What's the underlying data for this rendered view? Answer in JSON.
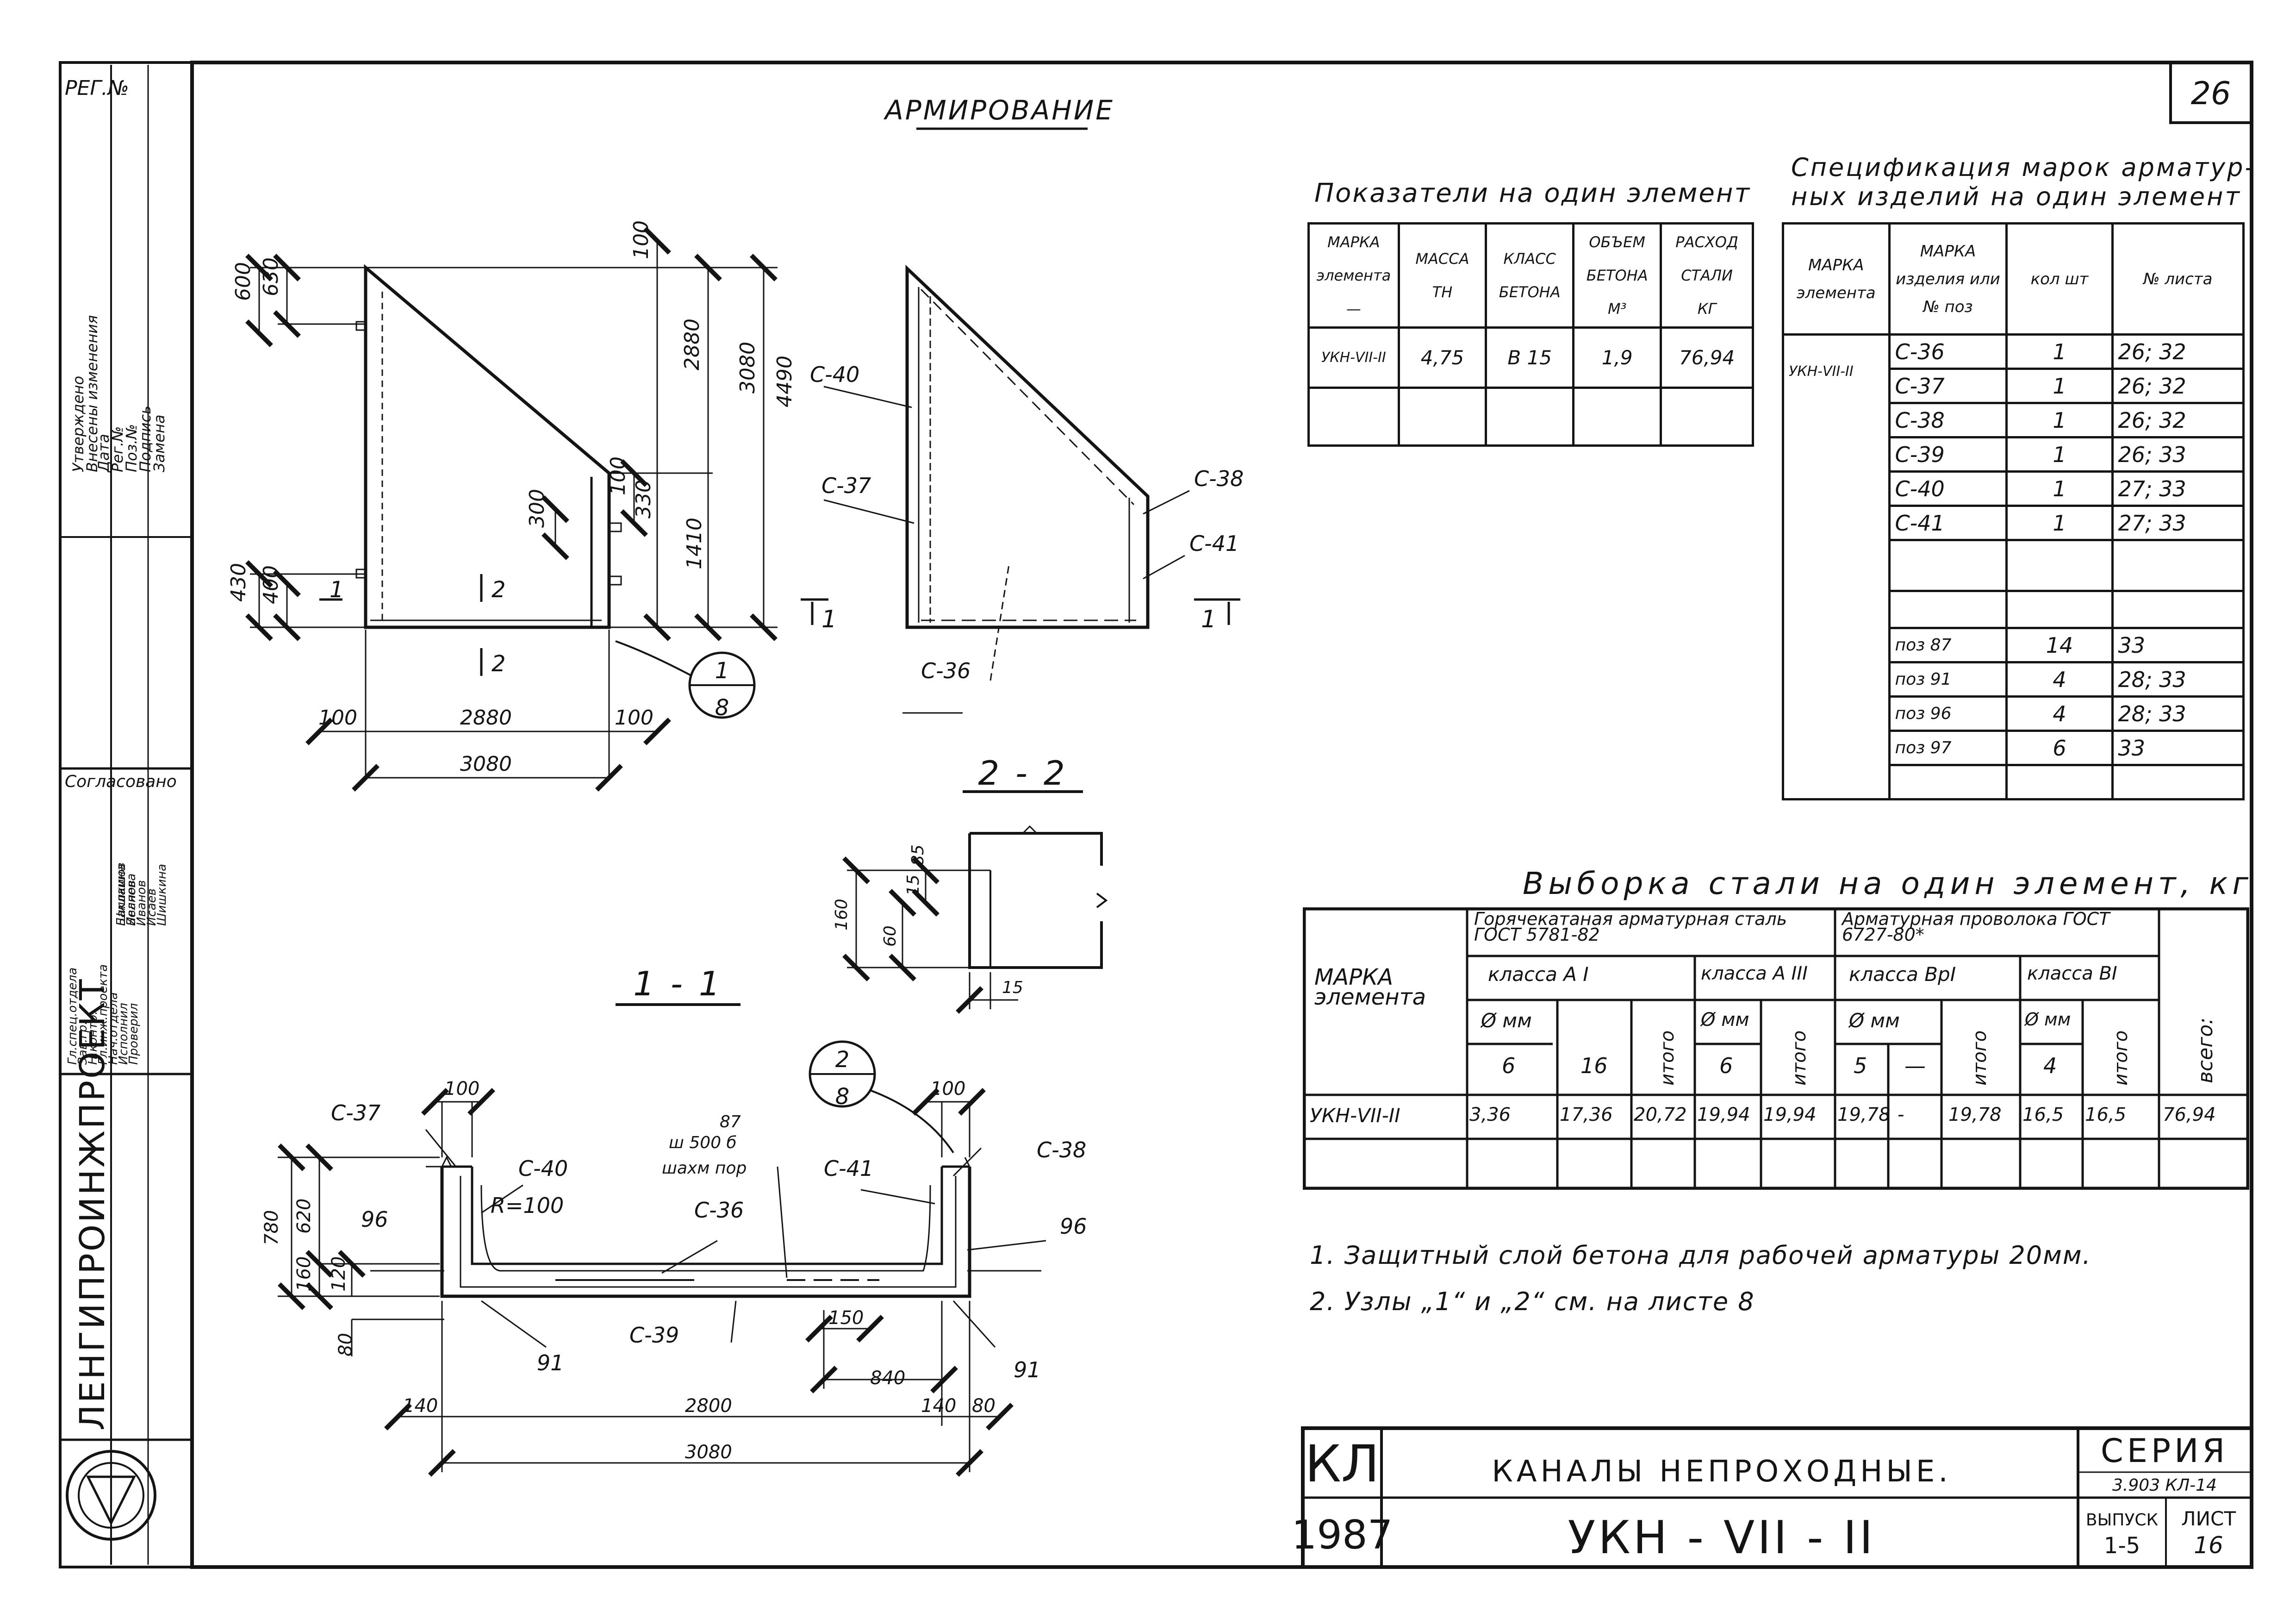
{
  "sheet_number": "26",
  "main_title": "АРМИРОВАНИЕ",
  "stamp": {
    "reg": "РЕГ.№",
    "change_cols": [
      "Утверждено",
      "Внесены изменения",
      "Дата",
      "Рег.№",
      "Поз.№",
      "Подпись",
      "Замена"
    ],
    "agreed": "Согласовано",
    "roles": [
      "Гл.спец.отдела",
      "Зав.гр.",
      "Н.контр.",
      "Гл.инж.проекта",
      "Нач.отдела",
      "Исполнил",
      "Проверил"
    ],
    "names": [
      "Баклашов",
      "Иванов",
      "Иванов",
      "Исаев",
      "Шишкина",
      "Шишкина",
      "Беляева"
    ],
    "org": "ЛЕНГИПРОИНЖПРОЕКТ"
  },
  "view_elevation": {
    "dims": [
      "600",
      "630",
      "100",
      "2880",
      "3080",
      "4490",
      "300",
      "100",
      "330",
      "1410",
      "430",
      "400",
      "2880",
      "100",
      "100",
      "3080"
    ],
    "cut_marks": [
      "1",
      "1",
      "2",
      "2"
    ],
    "node": {
      "num": "1",
      "sheet": "8"
    }
  },
  "view_side": {
    "labels": [
      "С-40",
      "С-37",
      "С-38",
      "С-41",
      "С-36"
    ],
    "cut_marks": [
      "1",
      "1"
    ]
  },
  "section_22": {
    "title": "2 - 2",
    "dims": [
      "160",
      "60",
      "15",
      "85",
      "15"
    ]
  },
  "section_11": {
    "title": "1 - 1",
    "labels": [
      "С-37",
      "С-40",
      "87",
      "ш 500 б",
      "шахм пор",
      "С-41",
      "С-38",
      "R=100",
      "С-36",
      "96",
      "96",
      "С-39",
      "91",
      "91"
    ],
    "dims": [
      "100",
      "100",
      "780",
      "620",
      "160",
      "120",
      "80",
      "150",
      "840",
      "140",
      "2800",
      "140",
      "80",
      "3080"
    ],
    "node": {
      "num": "2",
      "sheet": "8"
    }
  },
  "indicators": {
    "title": "Показатели на один элемент",
    "headers": [
      [
        "МАРКА",
        "элемента",
        "—"
      ],
      [
        "МАССА",
        "ТН",
        ""
      ],
      [
        "КЛАСС",
        "БЕТОНА",
        ""
      ],
      [
        "ОБЪЕМ",
        "БЕТОНА",
        "М³"
      ],
      [
        "РАСХОД",
        "СТАЛИ",
        "КГ"
      ]
    ],
    "rows": [
      [
        "УКН-VII-II",
        "4,75",
        "В 15",
        "1,9",
        "76,94"
      ]
    ]
  },
  "spec": {
    "title_line1": "Спецификация марок арматур-",
    "title_line2": "ных изделий на один элемент",
    "headers": [
      "МАРКА элемента",
      "МАРКА изделия или № поз",
      "кол шт",
      "№ листа"
    ],
    "element": "УКН-VII-II",
    "rows": [
      [
        "С-36",
        "1",
        "26; 32"
      ],
      [
        "С-37",
        "1",
        "26; 32"
      ],
      [
        "С-38",
        "1",
        "26; 32"
      ],
      [
        "С-39",
        "1",
        "26; 33"
      ],
      [
        "С-40",
        "1",
        "27; 33"
      ],
      [
        "С-41",
        "1",
        "27; 33"
      ],
      [
        "",
        "",
        ""
      ],
      [
        "",
        "",
        ""
      ],
      [
        "поз 87",
        "14",
        "33"
      ],
      [
        "поз 91",
        "4",
        "28; 33"
      ],
      [
        "поз 96",
        "4",
        "28; 33"
      ],
      [
        "поз 97",
        "6",
        "33"
      ],
      [
        "",
        "",
        ""
      ]
    ]
  },
  "steel": {
    "title": "Выборка стали на один элемент, кг",
    "h_mark": "МАРКА элемента",
    "h_hot": "Горячекатаная арматурная сталь ГОСТ 5781-82",
    "h_wire": "Арматурная проволока ГОСТ 6727-80*",
    "h_total": "всего:",
    "h_ai": "класса А I",
    "h_aiii": "класса А III",
    "h_bpi": "класса ВрI",
    "h_bi": "класса BI",
    "h_diam": "Ø мм",
    "h_itogo": "итого",
    "d_ai": [
      "6",
      "16"
    ],
    "d_aiii": "6",
    "d_bpi": [
      "5",
      "—"
    ],
    "d_bi": "4",
    "row": [
      "УКН-VII-II",
      "3,36",
      "17,36",
      "20,72",
      "19,94",
      "19,94",
      "19,78",
      "-",
      "19,78",
      "16,5",
      "16,5",
      "76,94"
    ]
  },
  "notes": [
    "1. Защитный слой бетона для рабочей арматуры 20мм.",
    "2. Узлы „1“ и „2“ см. на листе 8"
  ],
  "title_block": {
    "kl": "КЛ",
    "year": "1987",
    "name": "КАНАЛЫ НЕПРОХОДНЫЕ.",
    "mark": "УКН - VII - II",
    "series_label": "СЕРИЯ",
    "series": "3.903 КЛ-14",
    "issue_label": "ВЫПУСК",
    "issue": "1-5",
    "sheet_label": "ЛИСТ",
    "sheet": "16"
  }
}
